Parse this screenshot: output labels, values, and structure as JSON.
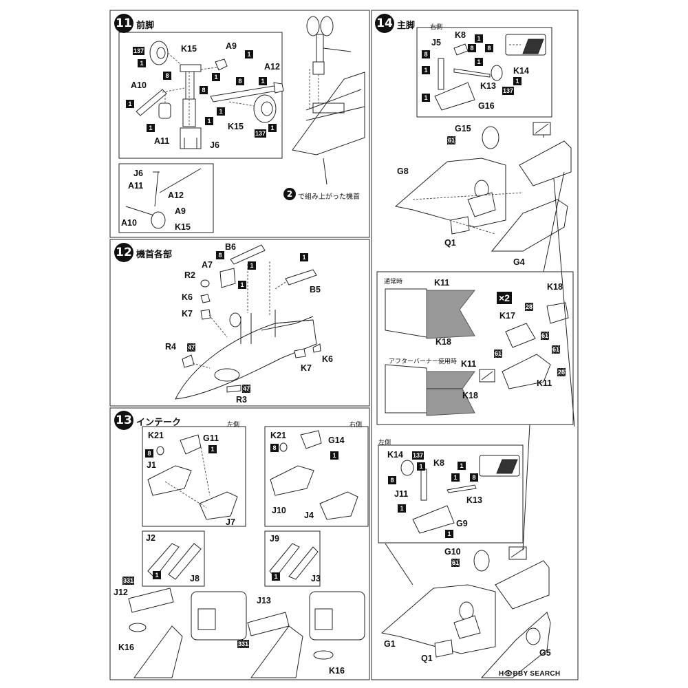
{
  "steps": {
    "s11": {
      "num": "11",
      "title": "前脚"
    },
    "s12": {
      "num": "12",
      "title": "機首各部"
    },
    "s13": {
      "num": "13",
      "title": "インテーク"
    },
    "s14": {
      "num": "14",
      "title": "主脚"
    }
  },
  "notes": {
    "nose_ref_num": "2",
    "nose_ref_text": "で組み上がった機首",
    "right_side": "右側",
    "left_side": "左側",
    "normal": "通常時",
    "afterburner": "アフターバーナー使用時",
    "times2": "×2"
  },
  "paint_codes": {
    "c137": "137",
    "c1": "1",
    "c8": "8",
    "c47": "47",
    "c61": "61",
    "c28": "28",
    "c331": "331"
  },
  "parts": {
    "K15": "K15",
    "A9": "A9",
    "A12": "A12",
    "A10": "A10",
    "A11": "A11",
    "J6": "J6",
    "B6": "B6",
    "A7": "A7",
    "R2": "R2",
    "K6": "K6",
    "K7": "K7",
    "R4": "R4",
    "R3": "R3",
    "B5": "B5",
    "K21": "K21",
    "G11": "G11",
    "J1": "J1",
    "J7": "J7",
    "J2": "J2",
    "J8": "J8",
    "J12": "J12",
    "K16": "K16",
    "G14": "G14",
    "J10": "J10",
    "J4": "J4",
    "J9": "J9",
    "J3": "J3",
    "J13": "J13",
    "K8": "K8",
    "J5": "J5",
    "K14": "K14",
    "K13": "K13",
    "G16": "G16",
    "G15": "G15",
    "G8": "G8",
    "Q1": "Q1",
    "G4": "G4",
    "K11": "K11",
    "K18": "K18",
    "K17": "K17",
    "J11": "J11",
    "G9": "G9",
    "G10": "G10",
    "G1": "G1",
    "G5": "G5"
  },
  "watermark": "H👁BBY SEARCH"
}
